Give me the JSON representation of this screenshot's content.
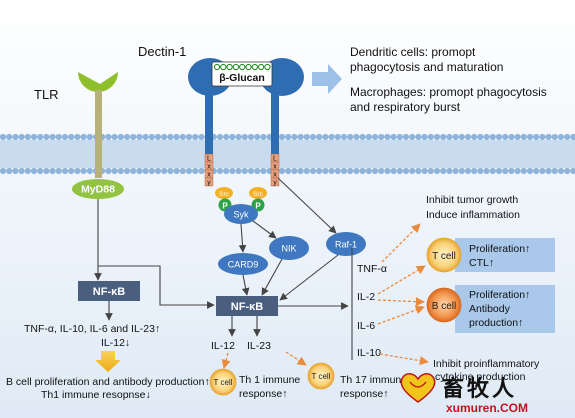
{
  "receptors": {
    "dectin1": "Dectin-1",
    "tlr": "TLR",
    "ligand": "β-Glucan",
    "motif_letters": [
      "L",
      "x",
      "x",
      "y"
    ],
    "src": "Src",
    "phospho": "P"
  },
  "effects": {
    "dendritic": "Dendritic cells: promopt phagocytosis and maturation",
    "dendritic_lines": [
      "Dendritic cells: promopt",
      "phagocytosis and maturation"
    ],
    "macrophages": "Macrophages: promopt phagocytosis and respiratory burst",
    "macrophages_lines": [
      "Macrophages: promopt phagocytosis",
      "and respiratory burst"
    ]
  },
  "nodes": {
    "myd88": "MyD88",
    "syk": "Syk",
    "nik": "NIK",
    "raf1": "Raf-1",
    "card9": "CARD9",
    "nfkb_left": "NF-κB",
    "nfkb_center": "NF-κB"
  },
  "left_outputs": {
    "cytokines_line1": "TNF-α, IL-10, IL-6 and IL-23↑",
    "cytokines_line2": "IL-12↓",
    "result_line1": "B cell proliferation and antibody production↑",
    "result_line2": "Th1 immune resopnse↓"
  },
  "center_outputs": {
    "il12": "IL-12",
    "il23": "IL-23",
    "tcell": "T cell",
    "th1_line1": "Th 1 immune",
    "th1_line2": "response↑",
    "th17_line1": "Th 17 immune",
    "th17_line2": "response↑"
  },
  "right_outputs": {
    "tnfa": "TNF-α",
    "il2": "IL-2",
    "il6": "IL-6",
    "il10": "IL-10",
    "inhibit_tumor": "Inhibit tumor growth",
    "induce_inflammation": "Induce inflammation",
    "tcell": "T cell",
    "bcell": "B cell",
    "t_box_line1": "Proliferation↑",
    "t_box_line2": "CTL↑",
    "b_box_line1": "Proliferation↑",
    "b_box_line2": "Antibody",
    "b_box_line3": "production↑",
    "inhibit_cytokine_line1": "Inhibit  proinflammatory",
    "inhibit_cytokine_line2": "cytokine production"
  },
  "watermark": {
    "cn": "畜牧人",
    "en": "xumuren.COM"
  },
  "colors": {
    "membrane_head": "#8fb4d9",
    "membrane_band": "#c9dcef",
    "receptor_blue": "#2f6db3",
    "node_blue": "#3f78c0",
    "nfkb_box": "#4a5f80",
    "tlr_green": "#8fbf2a",
    "myd88_green": "#92c341",
    "lxxy_orange": "#e6a07c",
    "src_yellow": "#f3b223",
    "p_green": "#2fa34a",
    "dashed_orange": "#e98a3d",
    "big_arrow": "#f2b318",
    "effect_arrow": "#9cc0e6",
    "info_box": "#a9c8ea"
  }
}
